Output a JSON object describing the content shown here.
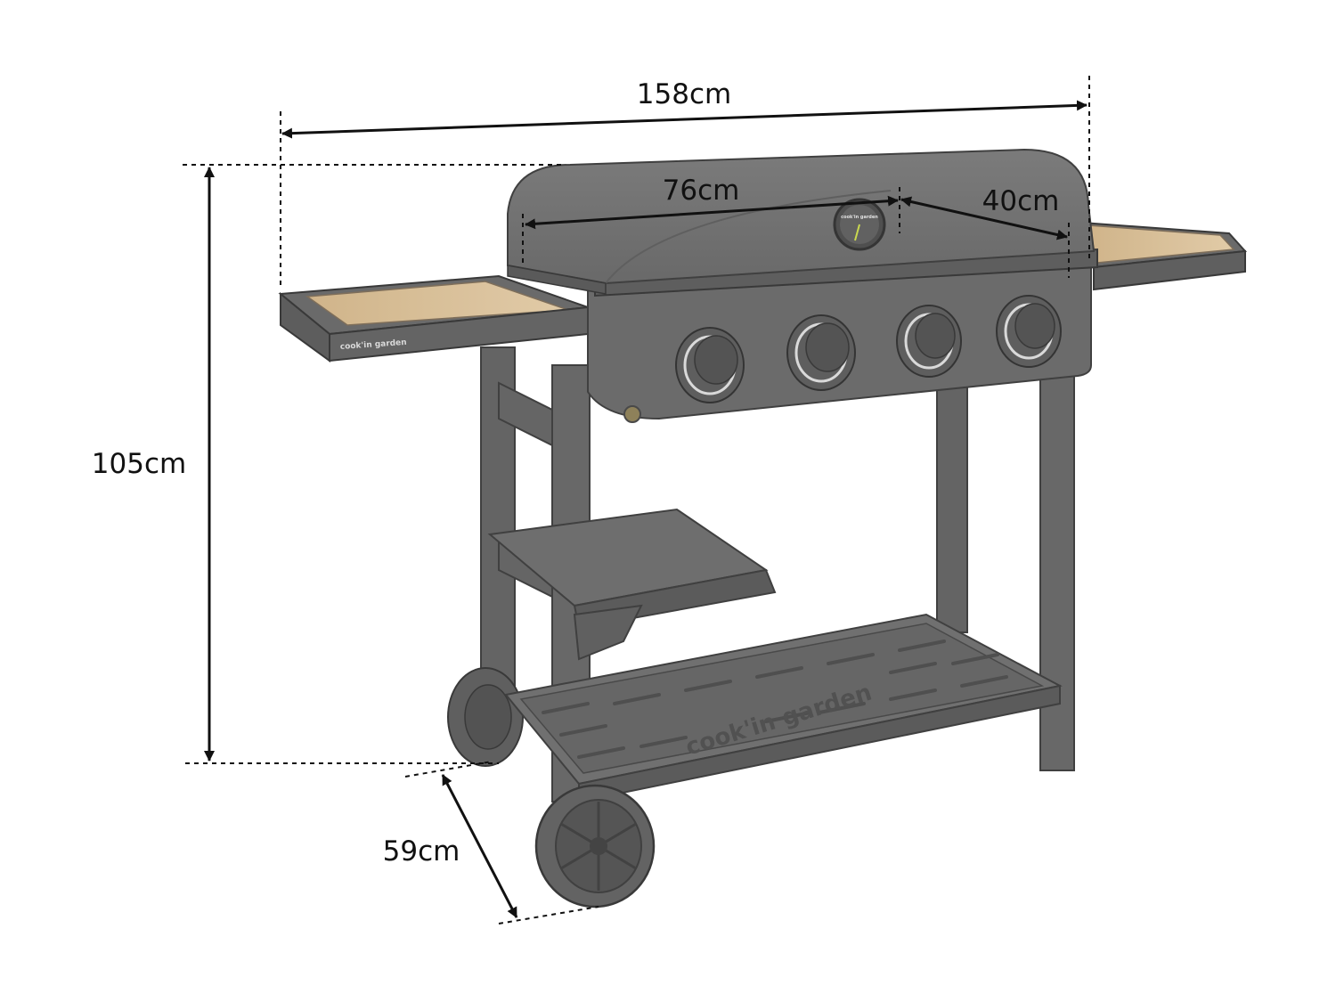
{
  "dimensions": {
    "overall_width": "158cm",
    "griddle_width": "76cm",
    "griddle_depth": "40cm",
    "height": "105cm",
    "depth": "59cm"
  },
  "branding": {
    "side_shelf": "cook'in garden",
    "gauge": "cook'in garden",
    "bottom_tray": "cook'in garden"
  },
  "colors": {
    "body": "#6a6a6a",
    "body_dark": "#545454",
    "outline": "#3a3a3a",
    "wood": "#d8bf96",
    "dimension_line": "#111111"
  }
}
